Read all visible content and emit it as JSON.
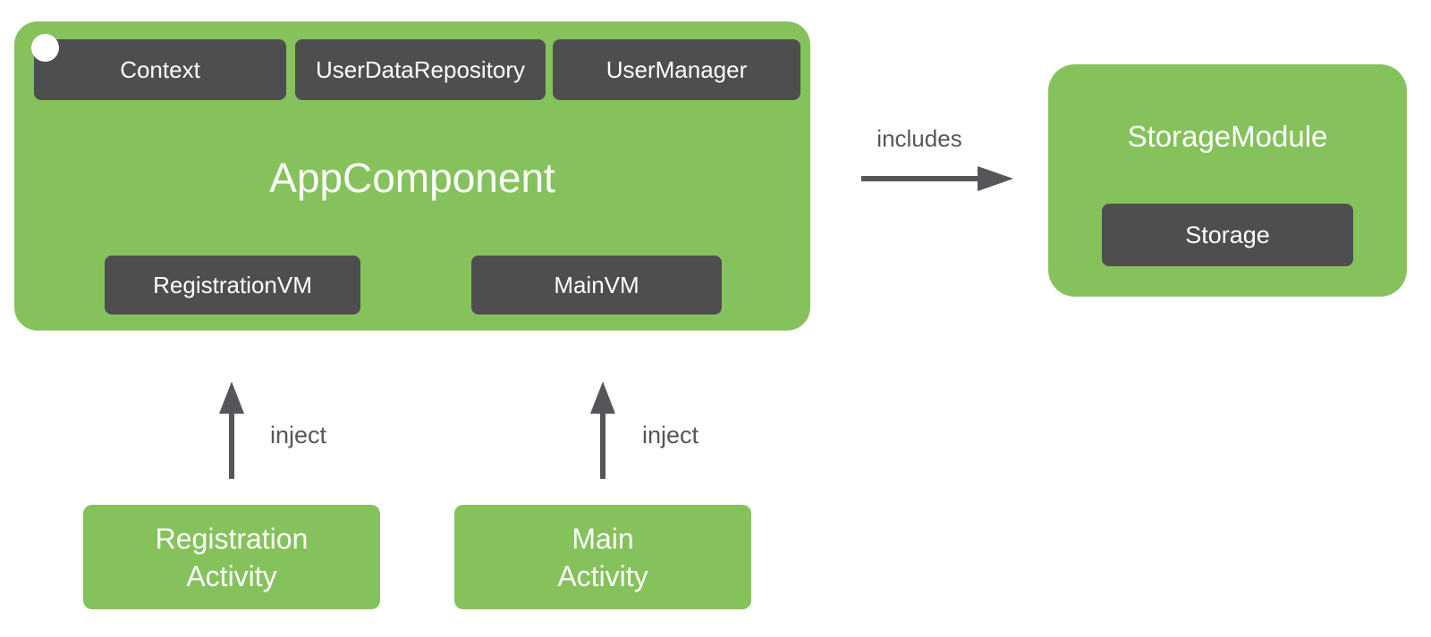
{
  "diagram": {
    "app_component": {
      "title": "AppComponent",
      "provided_dependencies": [
        {
          "label": "Context"
        },
        {
          "label": "UserDataRepository"
        },
        {
          "label": "UserManager"
        }
      ],
      "view_models": [
        {
          "label": "RegistrationVM"
        },
        {
          "label": "MainVM"
        }
      ]
    },
    "storage_module": {
      "title": "StorageModule",
      "items": [
        {
          "label": "Storage"
        }
      ]
    },
    "edges": {
      "includes": {
        "label": "includes",
        "direction": "right"
      },
      "inject_registration": {
        "label": "inject",
        "direction": "up"
      },
      "inject_main": {
        "label": "inject",
        "direction": "up"
      }
    },
    "activities": [
      {
        "lines": [
          "Registration",
          "Activity"
        ]
      },
      {
        "lines": [
          "Main",
          "Activity"
        ]
      }
    ],
    "colors": {
      "green": "#85C25C",
      "dark_gray": "#4E4E50",
      "arrow_gray": "#55565A",
      "text_on_fill": "#FFFFFF"
    }
  }
}
